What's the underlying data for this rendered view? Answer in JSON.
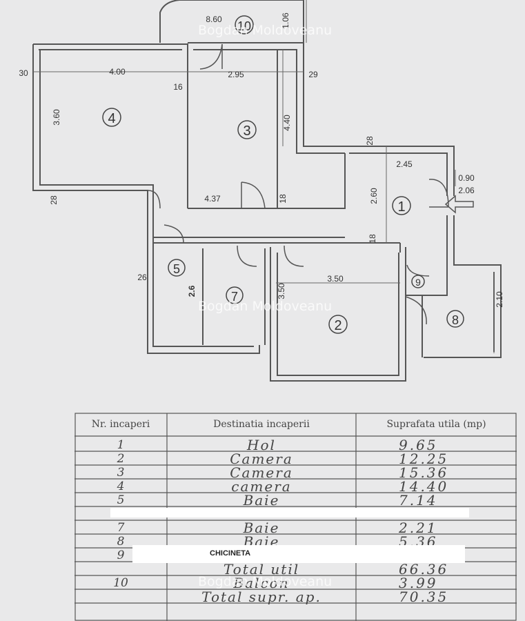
{
  "plan": {
    "dimensions": {
      "top_balcony": "8.60",
      "top_right": "1.06",
      "left_thickness": "30",
      "room4_width": "4.00",
      "wall_16": "16",
      "room3_width": "2.95",
      "wall_29": "29",
      "room4_height": "3.60",
      "room3_height": "4.40",
      "wall_28_right": "28",
      "hall_width": "2.45",
      "door_width": "0.90",
      "door_height": "2.06",
      "hall_height": "2.60",
      "wall_28_left": "28",
      "corridor_length": "4.37",
      "wall_18_a": "18",
      "wall_18_b": "18",
      "wall_26": "26",
      "room5_height": "2.6",
      "room2_width": "3.50",
      "room2_height": "3.50",
      "room8_height": "2.10"
    },
    "room_numbers": [
      "1",
      "2",
      "3",
      "4",
      "5",
      "7",
      "8",
      "9",
      "10"
    ]
  },
  "watermark": "Bogdan Moldoveanu",
  "table": {
    "headers": [
      "Nr. incaperi",
      "Destinatia incaperii",
      "Suprafata utila (mp)"
    ],
    "rows": [
      {
        "nr": "1",
        "dest": "Hol",
        "area": "9.65"
      },
      {
        "nr": "2",
        "dest": "Camera",
        "area": "12.25"
      },
      {
        "nr": "3",
        "dest": "Camera",
        "area": "15.36"
      },
      {
        "nr": "4",
        "dest": "camera",
        "area": "14.40"
      },
      {
        "nr": "5",
        "dest": "Baie",
        "area": "7.14"
      },
      {
        "nr": "",
        "dest": "",
        "area": ""
      },
      {
        "nr": "7",
        "dest": "Baie",
        "area": "2.21"
      },
      {
        "nr": "8",
        "dest": "Baie",
        "area": "5.36"
      },
      {
        "nr": "9",
        "dest": "",
        "area": ""
      },
      {
        "nr": "",
        "dest": "Total util",
        "area": "66.36"
      },
      {
        "nr": "10",
        "dest": "Balcon",
        "area": "3.99"
      },
      {
        "nr": "",
        "dest": "Total supr. ap.",
        "area": "70.35"
      }
    ],
    "redacted_label": "CHICINETA"
  }
}
